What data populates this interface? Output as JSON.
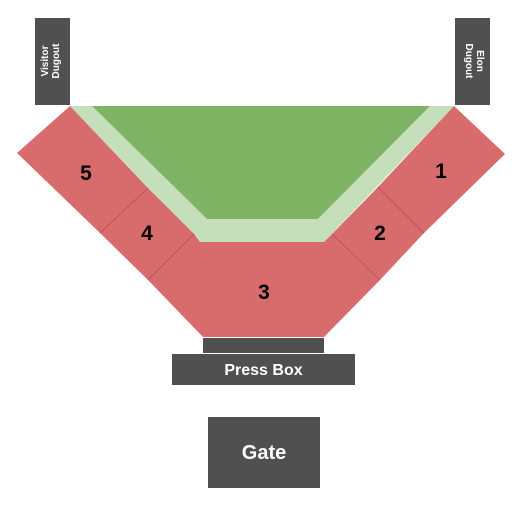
{
  "colors": {
    "section_fill": "#d86b6b",
    "section_divider": "#c25353",
    "infield": "#7fb465",
    "warning_track": "#c5dfbc",
    "structure": "#505050",
    "structure_text": "#ffffff",
    "section_text": "#000000"
  },
  "sections": [
    {
      "id": "1",
      "label": "1"
    },
    {
      "id": "2",
      "label": "2"
    },
    {
      "id": "3",
      "label": "3"
    },
    {
      "id": "4",
      "label": "4"
    },
    {
      "id": "5",
      "label": "5"
    }
  ],
  "dugouts": {
    "visitor": {
      "line1": "Visitor",
      "line2": "Dugout"
    },
    "home": {
      "line1": "Elon",
      "line2": "Dugout"
    }
  },
  "press_box": {
    "label": "Press Box"
  },
  "gate": {
    "label": "Gate"
  }
}
